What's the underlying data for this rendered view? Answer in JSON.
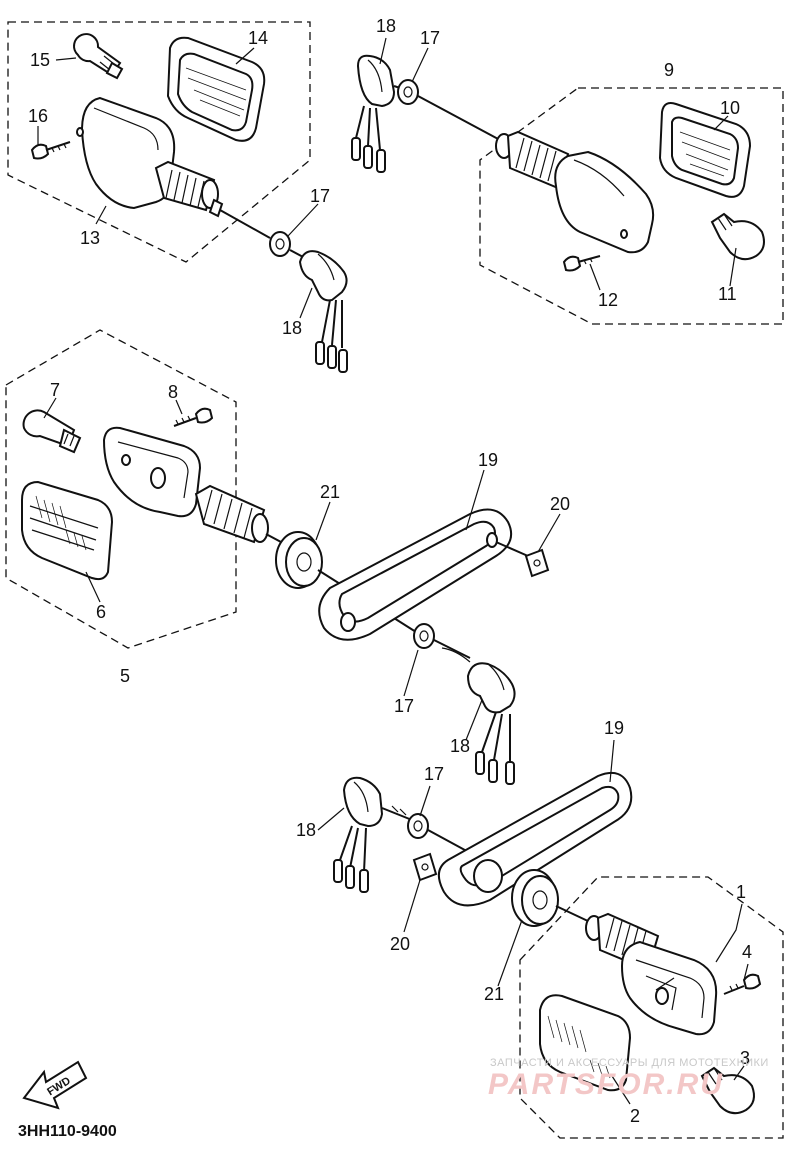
{
  "callouts": {
    "p1": "1",
    "p2": "2",
    "p3": "3",
    "p4": "4",
    "p5": "5",
    "p6": "6",
    "p7": "7",
    "p8": "8",
    "p9": "9",
    "p10": "10",
    "p11": "11",
    "p12": "12",
    "p13": "13",
    "p14": "14",
    "p15": "15",
    "p16": "16",
    "p17a": "17",
    "p17b": "17",
    "p17c": "17",
    "p17d": "17",
    "p18a": "18",
    "p18b": "18",
    "p18c": "18",
    "p18d": "18",
    "p19a": "19",
    "p19b": "19",
    "p20a": "20",
    "p20b": "20",
    "p21a": "21",
    "p21b": "21"
  },
  "diagram_code": "3HH110-9400",
  "fwd_label": "FWD",
  "watermark": {
    "line1": "ЗАПЧАСТИ И АКСЕССУАРЫ ДЛЯ МОТОТЕХНИКИ",
    "line2": "PARTSFOR.RU"
  }
}
